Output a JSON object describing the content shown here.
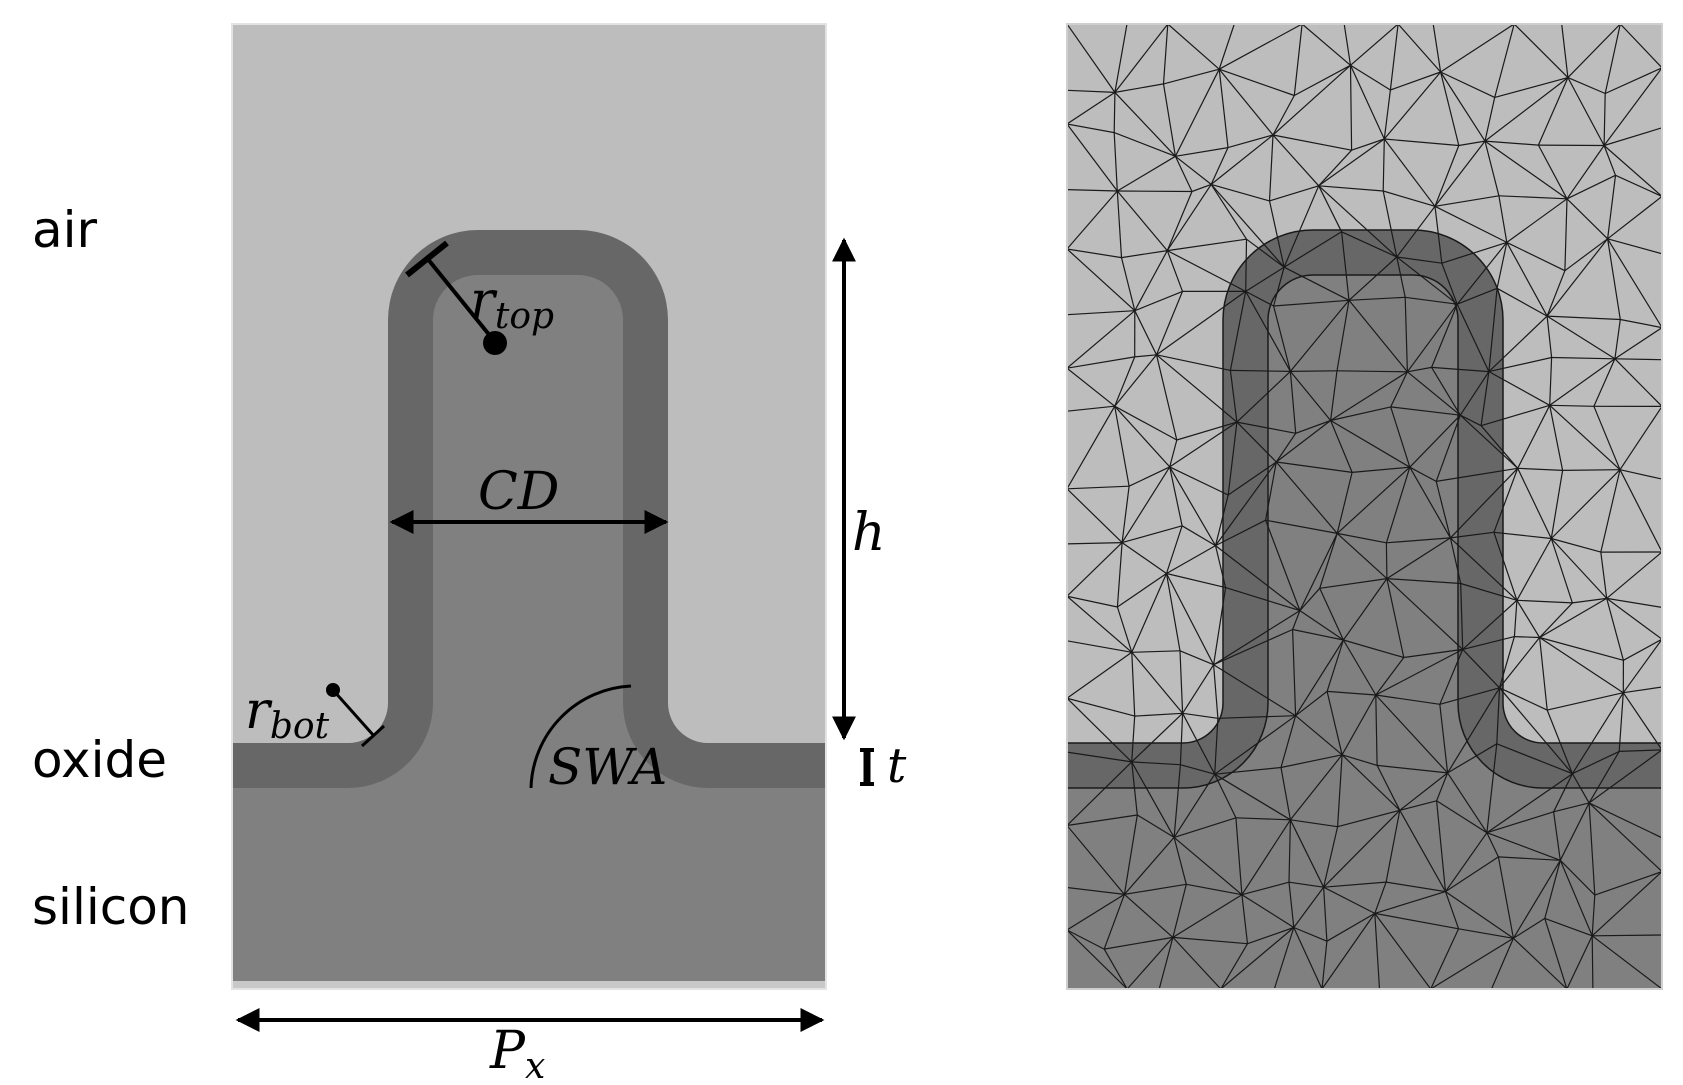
{
  "regions": {
    "air": "air",
    "oxide": "oxide",
    "silicon": "silicon"
  },
  "parameters": {
    "r_top": {
      "base": "r",
      "sub": "top"
    },
    "r_bot": {
      "base": "r",
      "sub": "bot"
    },
    "cd": "CD",
    "h": "h",
    "t": "t",
    "swa": "SWA",
    "p_x": {
      "base": "P",
      "sub": "x"
    }
  },
  "colors": {
    "air": "#bdbdbd",
    "oxide": "#676767",
    "silicon": "#808080",
    "mesh_line": "#1a1a1a"
  }
}
